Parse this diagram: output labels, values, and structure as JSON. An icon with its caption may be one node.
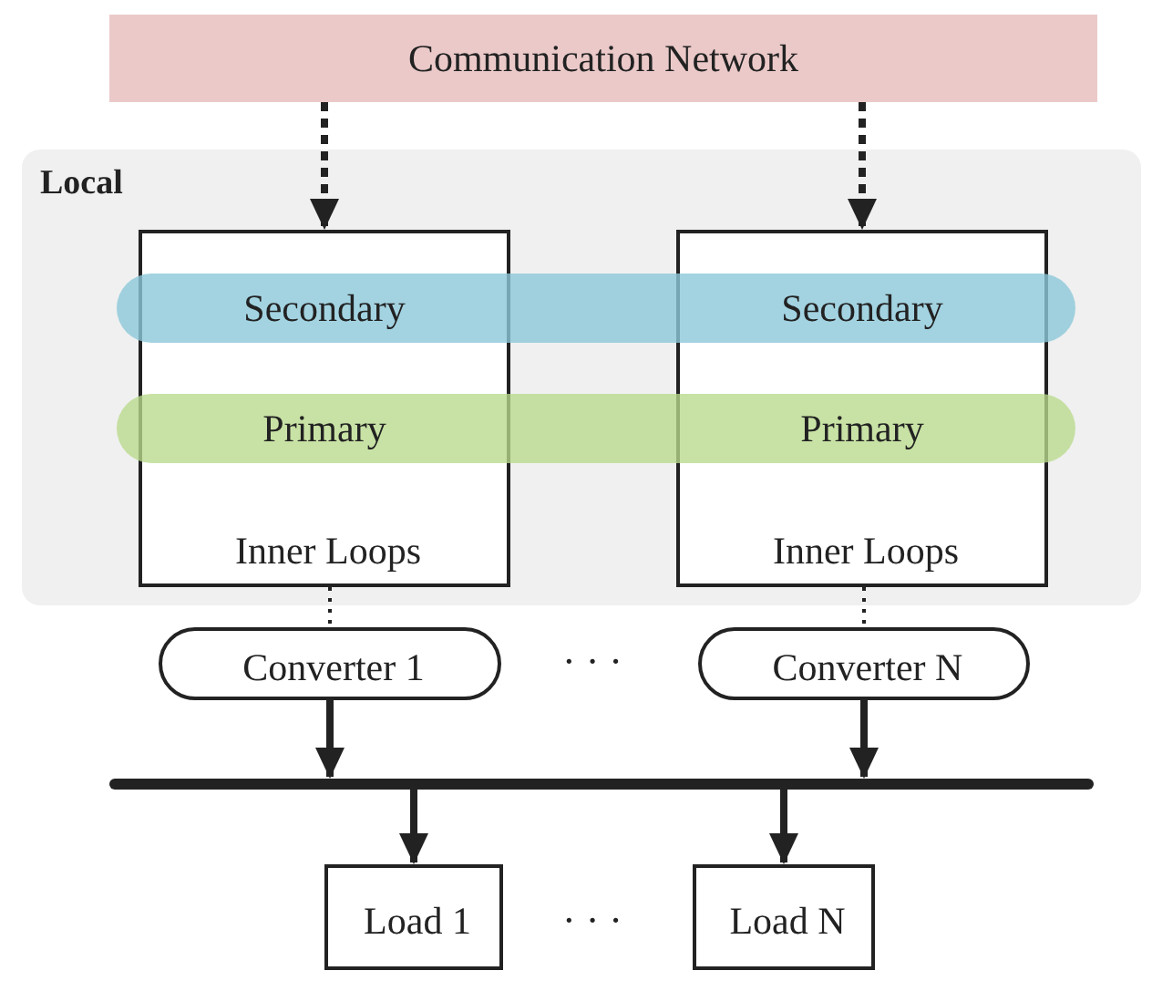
{
  "diagram": {
    "nodes": [
      {
        "text": [
          "Communication Network"
        ]
      },
      {
        "text": [
          "Local"
        ]
      },
      {
        "text": [
          "Inner Loops"
        ],
        "in": 1
      },
      {
        "text": [
          "Inner Loops"
        ],
        "in": 1
      },
      {
        "text": [
          "Secondary",
          "Secondary"
        ],
        "in": 1
      },
      {
        "text": [
          "Primary",
          "Primary"
        ],
        "in": 1
      },
      {
        "text": [
          "Converter 1"
        ]
      },
      {
        "text": [
          "Converter N"
        ]
      },
      {
        "text": [],
        "shape": "bar"
      },
      {
        "text": [
          "Load 1"
        ]
      },
      {
        "text": [
          "Load N"
        ]
      }
    ],
    "edges": [
      {
        "from": 0,
        "to": 2,
        "arrow": "to",
        "style": "dashed"
      },
      {
        "from": 0,
        "to": 3,
        "arrow": "to",
        "style": "dashed"
      },
      {
        "from": 2,
        "to": 6,
        "arrow": "none",
        "style": "dashed"
      },
      {
        "from": 3,
        "to": 7,
        "arrow": "none",
        "style": "dashed"
      },
      {
        "from": 6,
        "to": 8,
        "arrow": "to"
      },
      {
        "from": 7,
        "to": 8,
        "arrow": "to"
      },
      {
        "from": 8,
        "to": 9,
        "arrow": "to"
      },
      {
        "from": 8,
        "to": 10,
        "arrow": "to"
      }
    ],
    "labels": [
      "· · ·",
      "· · ·"
    ]
  }
}
